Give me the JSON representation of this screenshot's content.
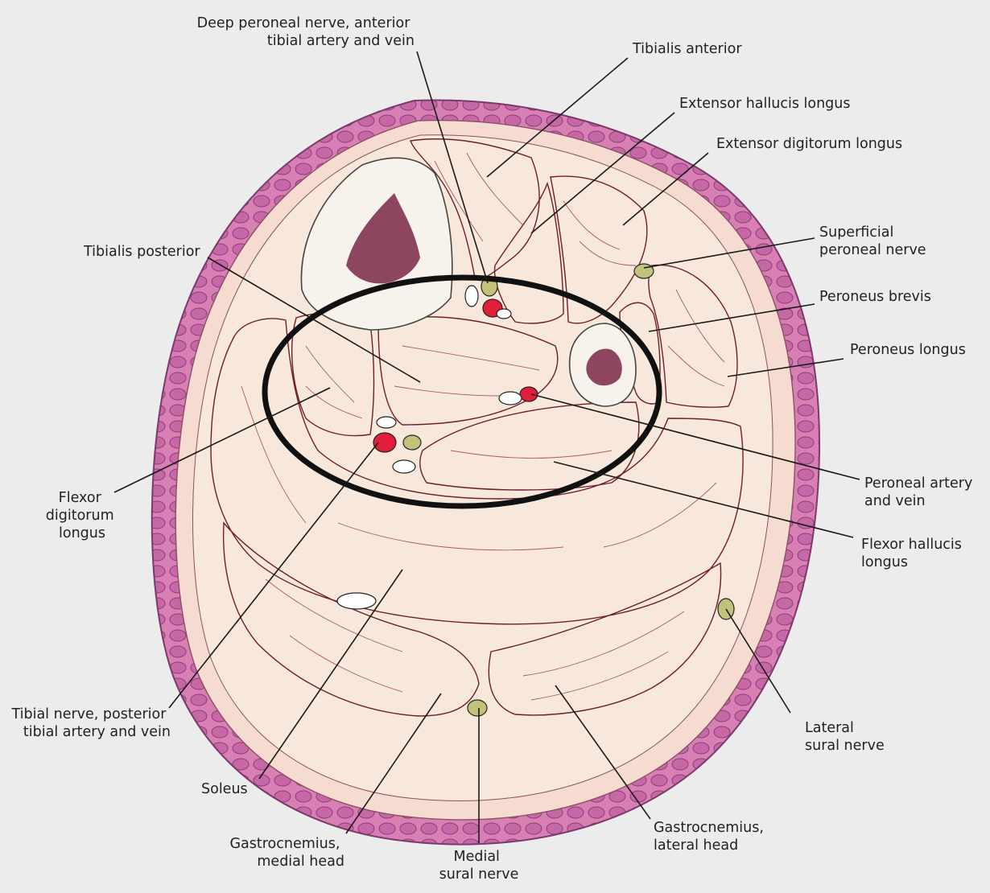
{
  "colors": {
    "background": "#ececec",
    "skin": "#d880b4",
    "skin_lobule": "#c668a6",
    "subcutaneous": "#f6dcd0",
    "muscle": "#e6646e",
    "muscle_light": "#ee8a92",
    "fascia": "#f8e8dc",
    "bone": "#f7f3ec",
    "marrow": "#8e4660",
    "artery": "#e01e3a",
    "nerve": "#c2c27a",
    "vein": "#ffffff",
    "highlight_ring": "#111111"
  },
  "labels": {
    "deep_peroneal": [
      "Deep peroneal nerve, anterior",
      "tibial artery and vein"
    ],
    "tibialis_anterior": [
      "Tibialis anterior"
    ],
    "extensor_hallucis": [
      "Extensor hallucis longus"
    ],
    "extensor_digitorum": [
      "Extensor digitorum longus"
    ],
    "superficial_peroneal": [
      "Superficial",
      "peroneal nerve"
    ],
    "peroneus_brevis": [
      "Peroneus brevis"
    ],
    "peroneus_longus": [
      "Peroneus longus"
    ],
    "tibialis_posterior": [
      "Tibialis posterior"
    ],
    "flexor_digitorum": [
      "Flexor",
      "digitorum",
      "longus"
    ],
    "peroneal_artery": [
      "Peroneal artery",
      "and vein"
    ],
    "flexor_hallucis": [
      "Flexor hallucis",
      "longus"
    ],
    "tibial_nerve": [
      "Tibial nerve, posterior",
      "tibial artery and vein"
    ],
    "soleus": [
      "Soleus"
    ],
    "lateral_sural": [
      "Lateral",
      "sural nerve"
    ],
    "gastroc_medial": [
      "Gastrocnemius,",
      "medial head"
    ],
    "medial_sural": [
      "Medial",
      "sural nerve"
    ],
    "gastroc_lateral": [
      "Gastrocnemius,",
      "lateral head"
    ]
  }
}
